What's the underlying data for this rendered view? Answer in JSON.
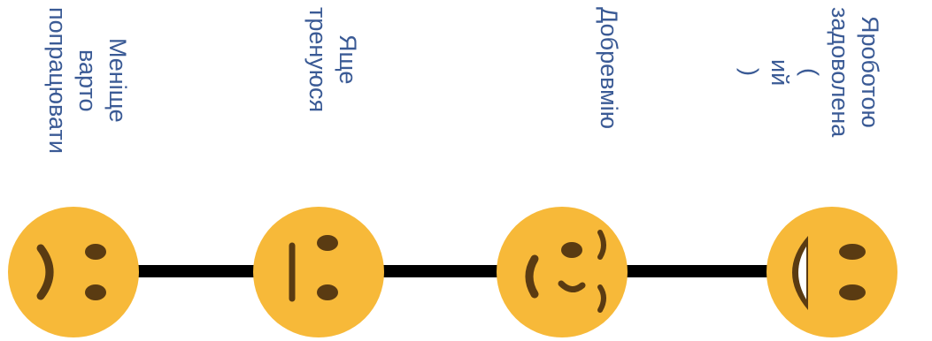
{
  "colors": {
    "face": "#f7b939",
    "feature": "#5a3b12",
    "line": "#000000",
    "text": "#3a5a95"
  },
  "scale": [
    {
      "id": "sad",
      "icon": "sad-face-icon",
      "lines": [
        "Меніще",
        "варто",
        "попрацювати"
      ]
    },
    {
      "id": "neutral",
      "icon": "neutral-face-icon",
      "lines": [
        "Яще",
        "тренуюся"
      ]
    },
    {
      "id": "smile",
      "icon": "wink-smile-face-icon",
      "lines": [
        "Добревмію"
      ]
    },
    {
      "id": "happy",
      "icon": "laughing-face-icon",
      "lines": [
        "Яроботою",
        "задоволена",
        "(",
        "ий",
        ")"
      ]
    }
  ]
}
